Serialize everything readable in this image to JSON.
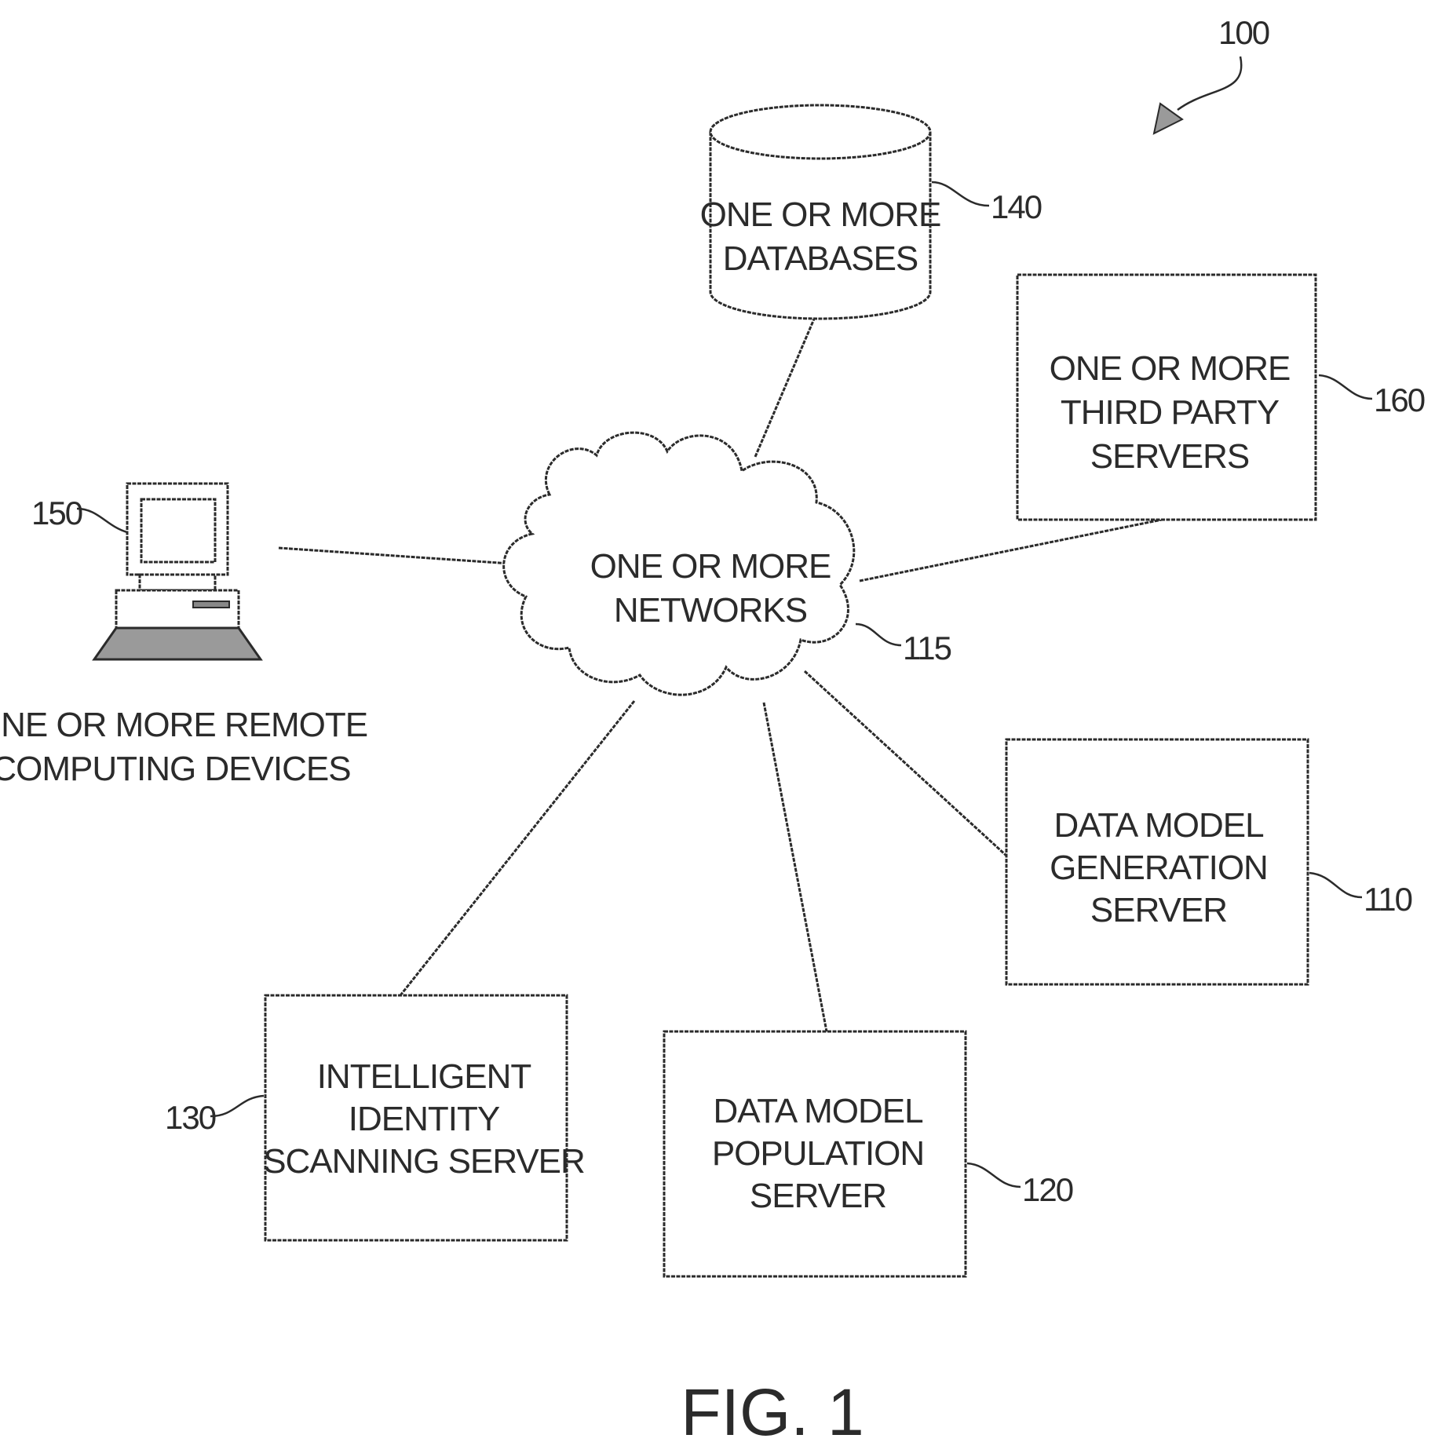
{
  "figure_ref": "100",
  "nodes": {
    "databases": {
      "ref": "140",
      "lines": [
        "ONE OR MORE",
        "DATABASES"
      ]
    },
    "third_party": {
      "ref": "160",
      "lines": [
        "ONE OR MORE",
        "THIRD PARTY",
        "SERVERS"
      ]
    },
    "remote_devices": {
      "ref": "150",
      "lines": [
        "ONE OR MORE REMOTE",
        "COMPUTING DEVICES"
      ]
    },
    "networks": {
      "ref": "115",
      "lines": [
        "ONE OR MORE",
        "NETWORKS"
      ]
    },
    "generation": {
      "ref": "110",
      "lines": [
        "DATA MODEL",
        "GENERATION",
        "SERVER"
      ]
    },
    "scanning": {
      "ref": "130",
      "lines": [
        "INTELLIGENT",
        "IDENTITY",
        "SCANNING SERVER"
      ]
    },
    "population": {
      "ref": "120",
      "lines": [
        "DATA MODEL",
        "POPULATION",
        "SERVER"
      ]
    }
  },
  "caption": "FIG. 1"
}
